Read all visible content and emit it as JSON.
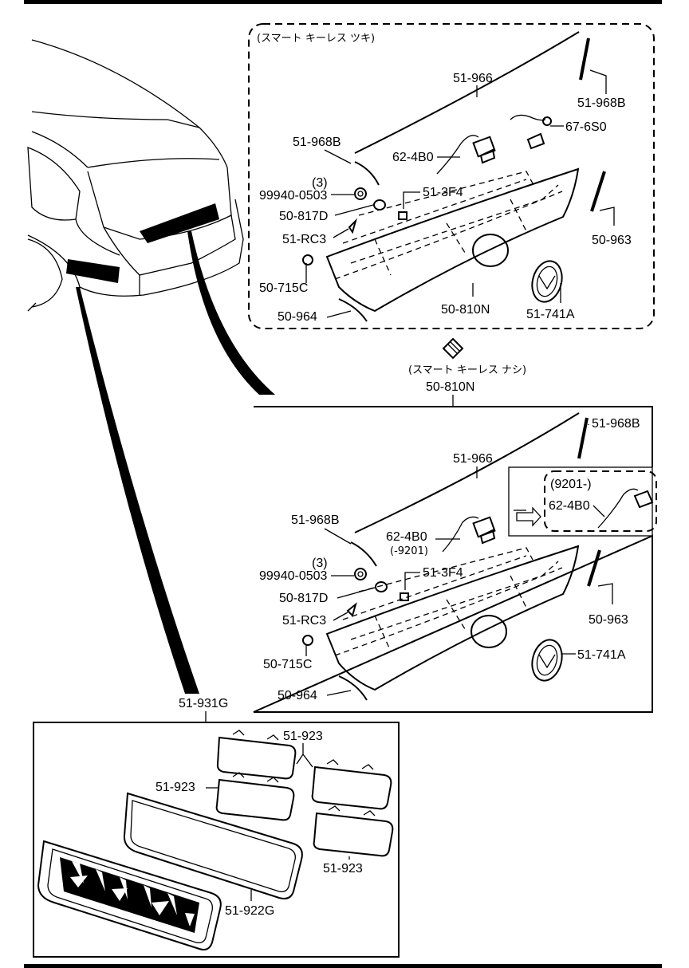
{
  "panel_a": {
    "title": "(スマート キーレス ツキ)",
    "labels": {
      "p51_966": "51-966",
      "p51_968B_right": "51-968B",
      "p67_6S0": "67-6S0",
      "p51_968B_left": "51-968B",
      "p62_4B0": "62-4B0",
      "qty3": "(3)",
      "p99940_0503": "99940-0503",
      "p51_3F4": "51-3F4",
      "p50_817D": "50-817D",
      "p51_RC3": "51-RC3",
      "p50_963": "50-963",
      "p50_715C": "50-715C",
      "p50_964": "50-964",
      "p50_810N": "50-810N",
      "p51_741A": "51-741A"
    }
  },
  "mid": {
    "title": "(スマート キーレス ナシ)",
    "part": "50-810N"
  },
  "panel_b": {
    "labels": {
      "p51_966": "51-966",
      "p51_968B_right": "51-968B",
      "p51_968B_left": "51-968B",
      "p62_4B0": "62-4B0",
      "p62_4B0_note": "(-9201)",
      "qty3": "(3)",
      "p99940_0503": "99940-0503",
      "p51_3F4": "51-3F4",
      "p50_817D": "50-817D",
      "p51_RC3": "51-RC3",
      "p50_963": "50-963",
      "p50_715C": "50-715C",
      "p50_964": "50-964",
      "p51_741A": "51-741A"
    },
    "inset": {
      "title": "(9201-)",
      "part": "62-4B0"
    }
  },
  "panel_c": {
    "assembly": "51-931G",
    "labels": {
      "p51_923_top": "51-923",
      "p51_923_left": "51-923",
      "p51_923_bottom": "51-923",
      "p51_922G": "51-922G"
    }
  }
}
